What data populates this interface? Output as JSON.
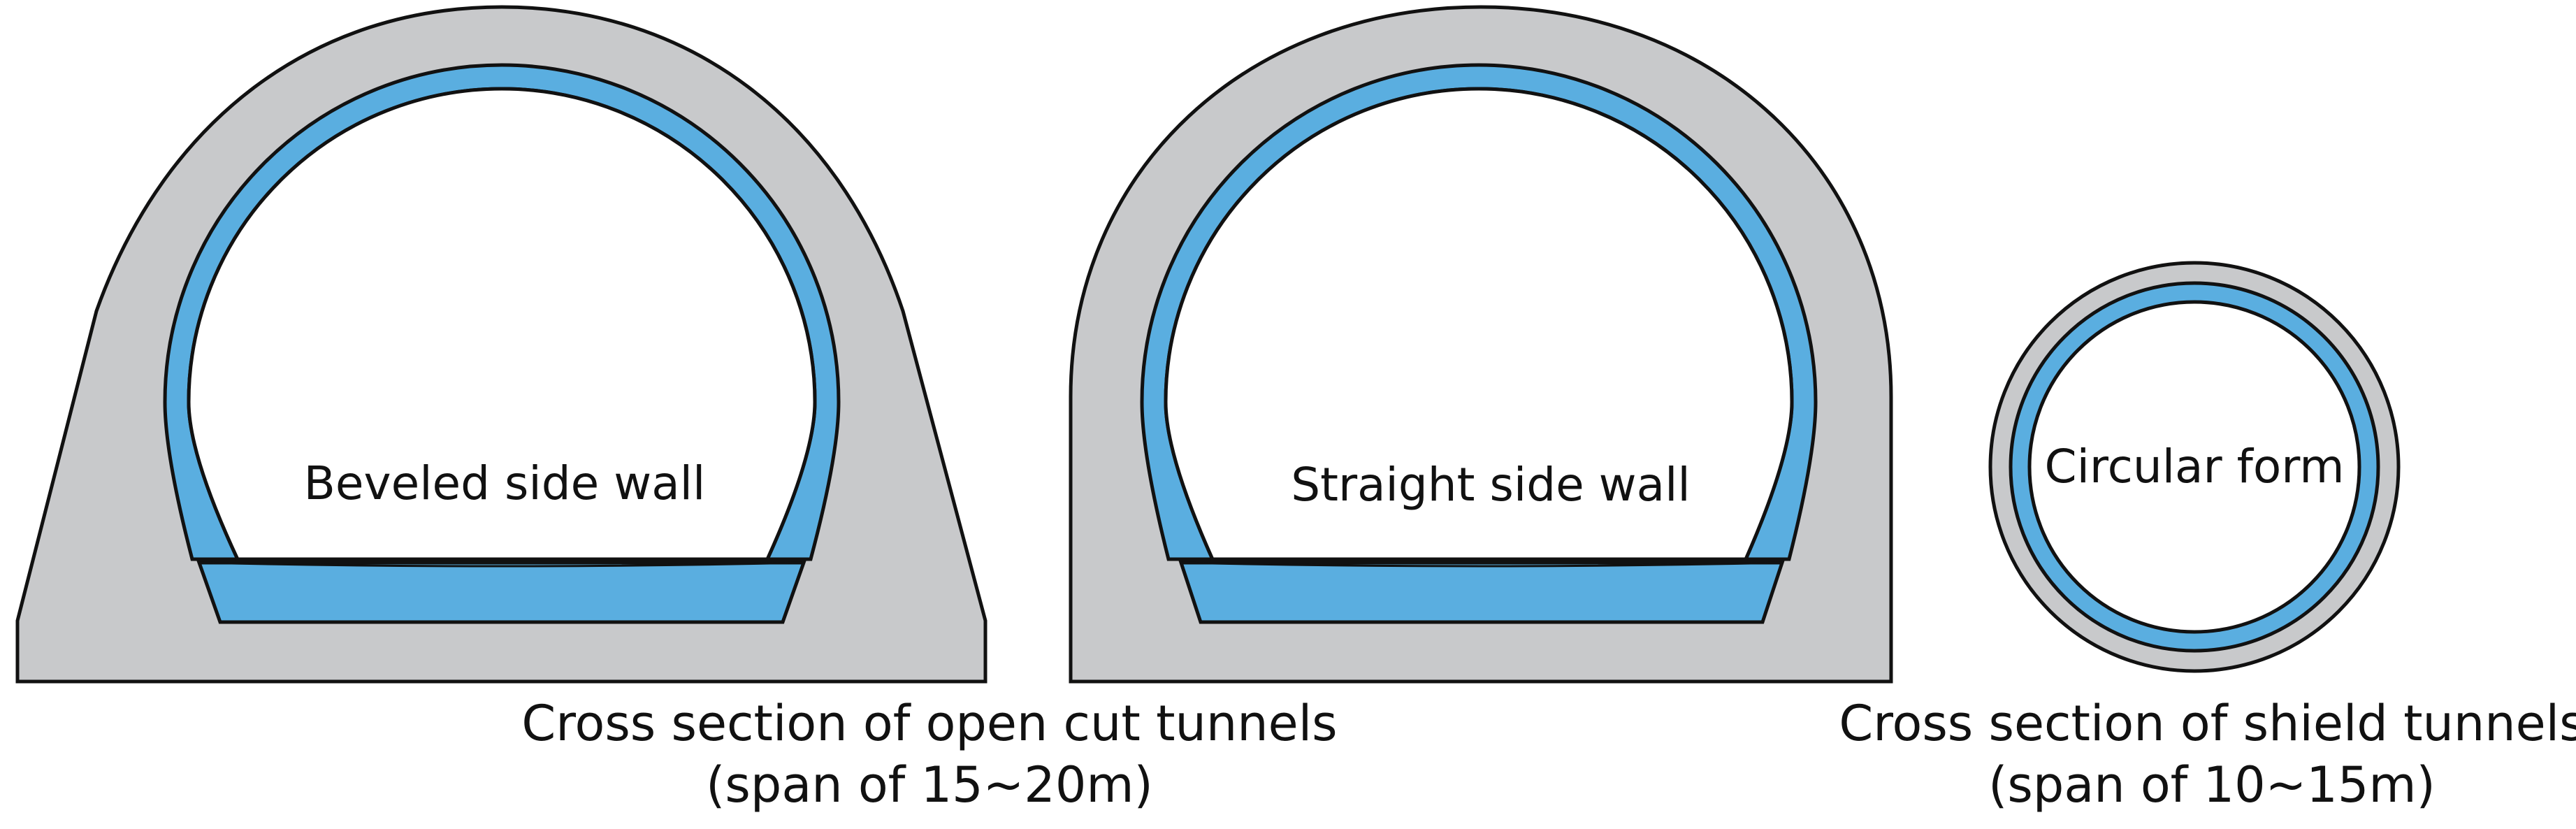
{
  "shapes": {
    "beveled": {
      "label": "Beveled side wall",
      "colors": {
        "concrete": "#c8c9cb",
        "lining": "#5aaee0",
        "outline": "#111111"
      }
    },
    "straight": {
      "label": "Straight side wall",
      "colors": {
        "concrete": "#c8c9cb",
        "lining": "#5aaee0",
        "outline": "#111111"
      }
    },
    "circular": {
      "label": "Circular form",
      "colors": {
        "concrete": "#c8c9cb",
        "lining": "#5aaee0",
        "outline": "#111111"
      }
    }
  },
  "captions": {
    "open_cut": {
      "line1": "Cross section of open cut tunnels",
      "line2": "(span of 15~20m)"
    },
    "shield": {
      "line1": "Cross section of shield tunnels",
      "line2": "(span of 10~15m)"
    }
  }
}
